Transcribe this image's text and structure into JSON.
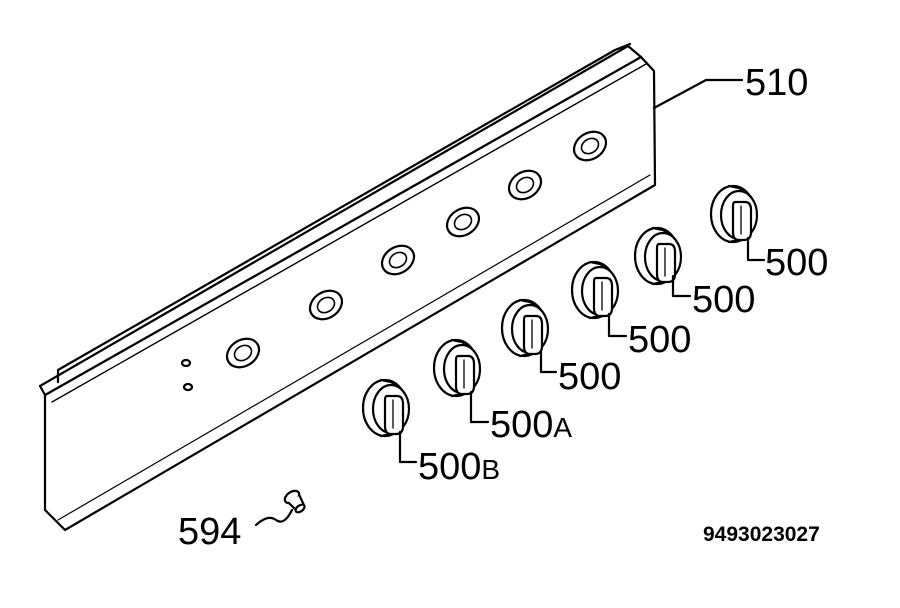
{
  "labels": {
    "panel": "510",
    "knob_1": "500",
    "knob_2": "500",
    "knob_3": "500",
    "knob_4": "500",
    "knob_a_num": "500",
    "knob_a_suffix": "A",
    "knob_b_num": "500",
    "knob_b_suffix": "B",
    "screw": "594",
    "part_number": "9493023027"
  },
  "colors": {
    "line": "#000000",
    "background": "#ffffff"
  }
}
